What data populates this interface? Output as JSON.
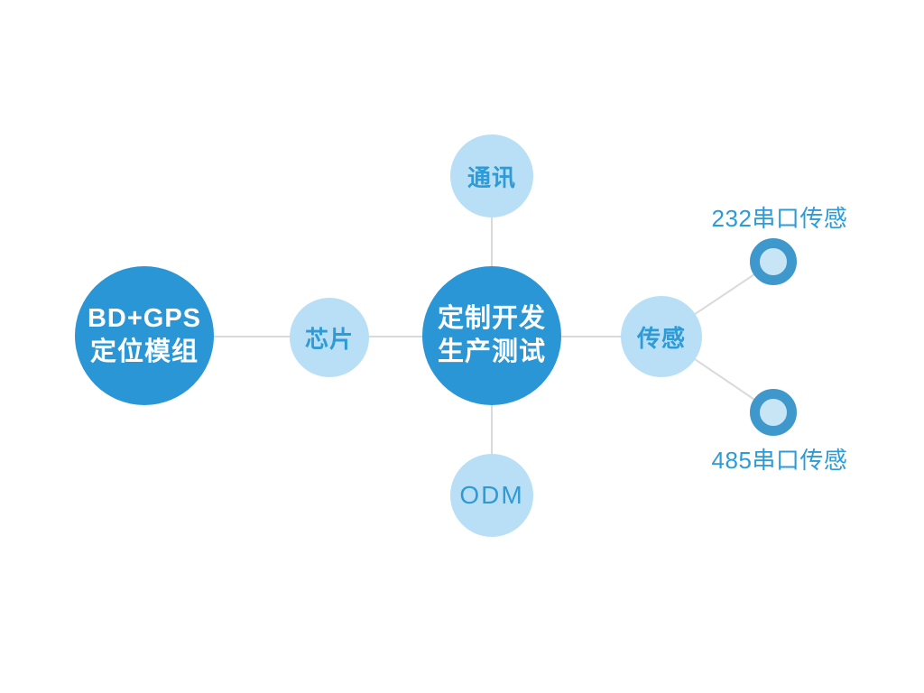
{
  "colors": {
    "primary_circle_blue": "#2b96d5",
    "light_circle_blue": "#b8dff6",
    "label_text_blue": "#2e9bd6",
    "donut_ring_blue": "#3f98cc",
    "donut_inner_blue": "#c8e5f6",
    "connector_gray": "#dadada",
    "background": "#ffffff"
  },
  "diagram": {
    "nodes": {
      "left": {
        "line1": "BD+GPS",
        "line2": "定位模组"
      },
      "chip": {
        "label": "芯片"
      },
      "center": {
        "line1": "定制开发",
        "line2": "生产测试"
      },
      "comm": {
        "label": "通讯"
      },
      "sensor": {
        "label": "传感"
      },
      "odm": {
        "label": "ODM"
      },
      "sensor232": {
        "label": "232串口传感"
      },
      "sensor485": {
        "label": "485串口传感"
      }
    },
    "edges": [
      {
        "from": "left",
        "to": "chip"
      },
      {
        "from": "chip",
        "to": "center"
      },
      {
        "from": "center",
        "to": "comm"
      },
      {
        "from": "center",
        "to": "odm"
      },
      {
        "from": "center",
        "to": "sensor"
      },
      {
        "from": "sensor",
        "to": "sensor232"
      },
      {
        "from": "sensor",
        "to": "sensor485"
      }
    ]
  }
}
